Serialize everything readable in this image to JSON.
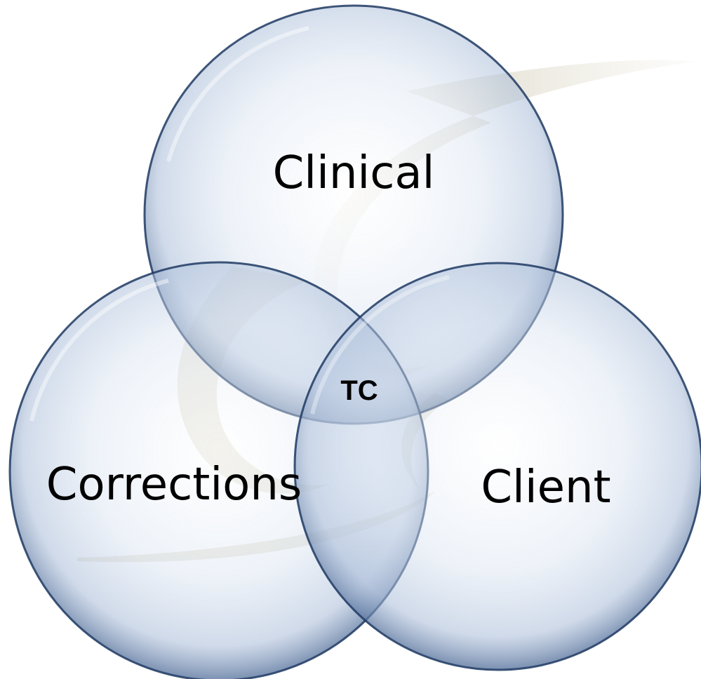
{
  "diagram": {
    "type": "venn",
    "circles": [
      {
        "id": "clinical",
        "label": "Clinical"
      },
      {
        "id": "corrections",
        "label": "Corrections"
      },
      {
        "id": "client",
        "label": "Client"
      }
    ],
    "center_label": "TC"
  },
  "colors": {
    "background": "#ffffff",
    "circle_fill": "#e6ecf6",
    "circle_stroke": "#1f3a63",
    "swirl": "#c9c3a8"
  }
}
